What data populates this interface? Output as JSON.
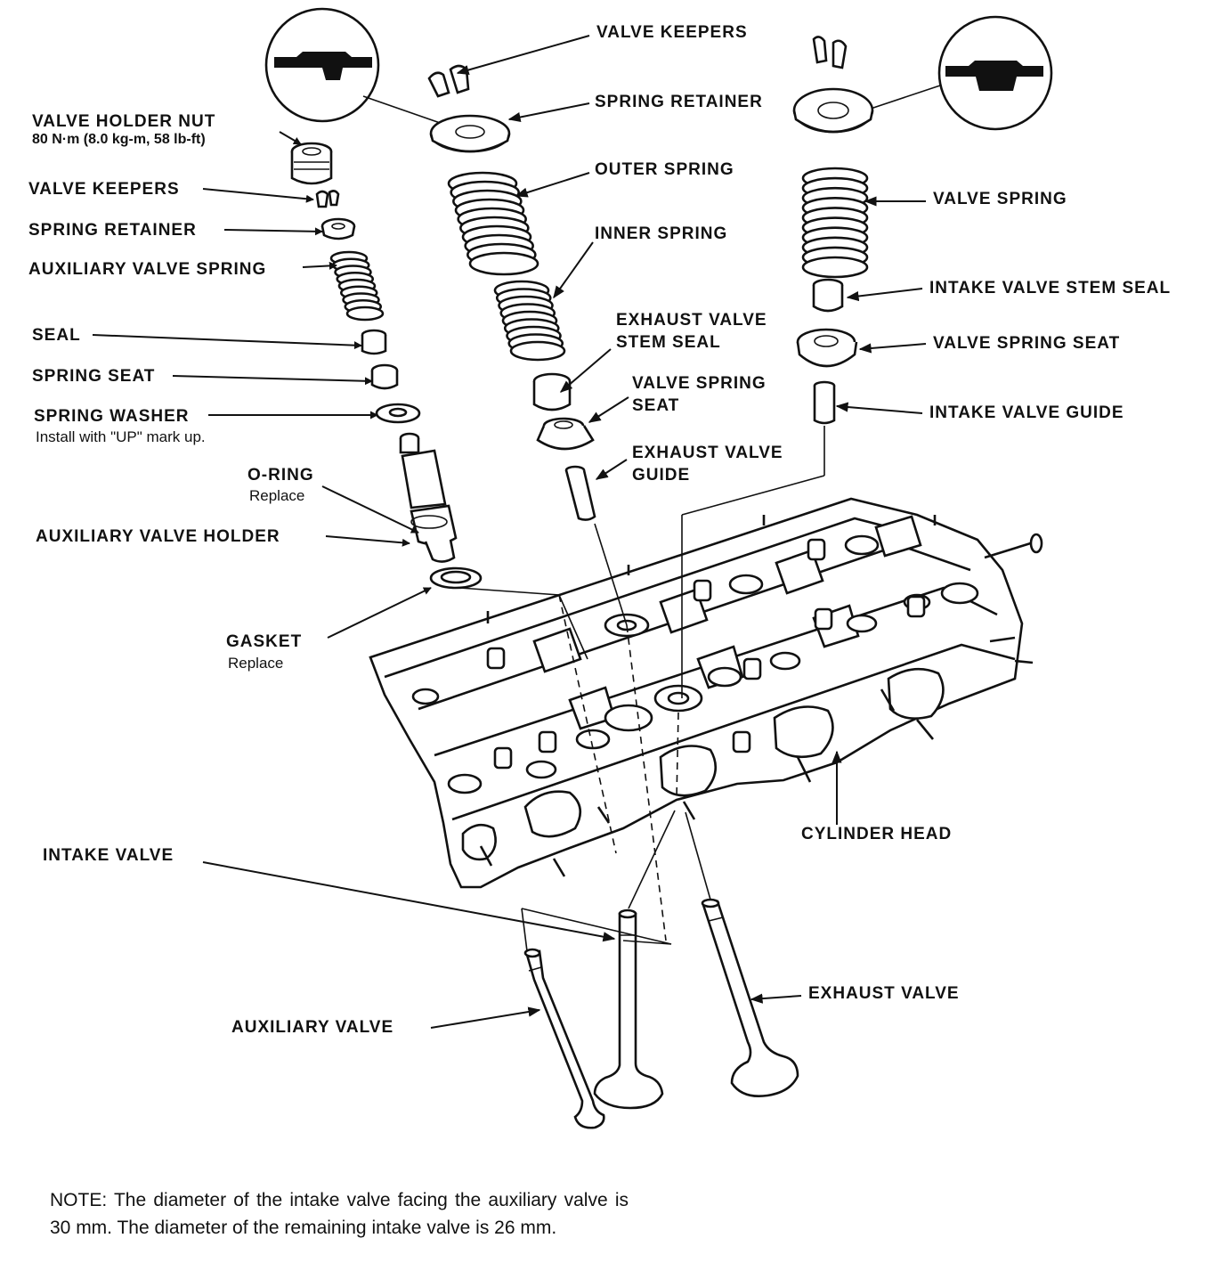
{
  "labels": {
    "valve_holder_nut": "VALVE HOLDER NUT",
    "valve_holder_nut_torque": "80 N·m (8.0 kg-m, 58 lb-ft)",
    "valve_keepers_left": "VALVE KEEPERS",
    "spring_retainer_left": "SPRING RETAINER",
    "auxiliary_valve_spring": "AUXILIARY VALVE SPRING",
    "seal": "SEAL",
    "spring_seat": "SPRING SEAT",
    "spring_washer": "SPRING WASHER",
    "spring_washer_note": "Install with \"UP\" mark up.",
    "o_ring": "O-RING",
    "o_ring_note": "Replace",
    "auxiliary_valve_holder": "AUXILIARY VALVE HOLDER",
    "gasket": "GASKET",
    "gasket_note": "Replace",
    "valve_keepers_top": "VALVE KEEPERS",
    "spring_retainer_top": "SPRING RETAINER",
    "outer_spring": "OUTER SPRING",
    "inner_spring": "INNER SPRING",
    "exhaust_valve_stem_seal_1": "EXHAUST VALVE",
    "exhaust_valve_stem_seal_2": "STEM SEAL",
    "valve_spring_seat_mid_1": "VALVE SPRING",
    "valve_spring_seat_mid_2": "SEAT",
    "exhaust_valve_guide_1": "EXHAUST VALVE",
    "exhaust_valve_guide_2": "GUIDE",
    "valve_spring": "VALVE SPRING",
    "intake_valve_stem_seal": "INTAKE VALVE STEM SEAL",
    "valve_spring_seat_right": "VALVE SPRING SEAT",
    "intake_valve_guide": "INTAKE VALVE GUIDE",
    "cylinder_head": "CYLINDER HEAD",
    "intake_valve": "INTAKE VALVE",
    "auxiliary_valve": "AUXILIARY VALVE",
    "exhaust_valve": "EXHAUST VALVE"
  },
  "note": "NOTE: The diameter of the intake valve facing the auxiliary valve is 30 mm. The diameter of the remaining intake valve is 26 mm."
}
